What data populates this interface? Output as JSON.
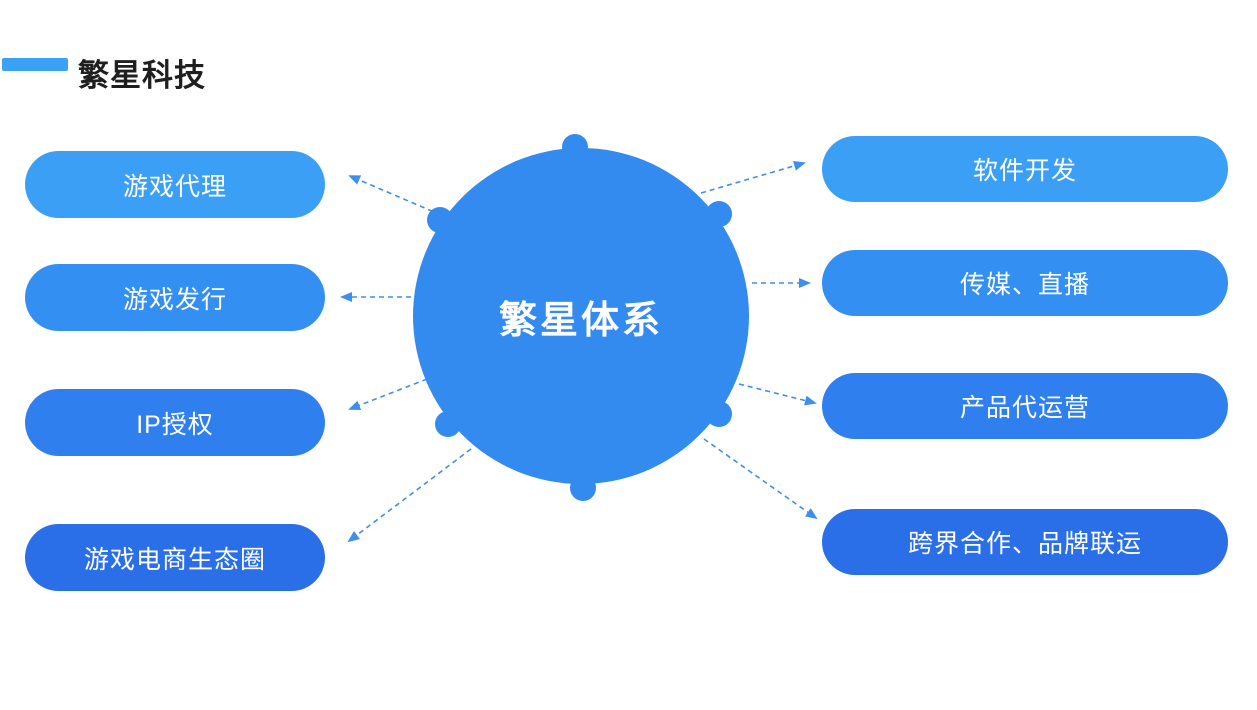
{
  "title": {
    "text": "繁星科技",
    "accent_color": "#3BA1F5"
  },
  "center": {
    "label": "繁星体系",
    "color": "#338BEF"
  },
  "left_items": [
    {
      "label": "游戏代理",
      "color": "#3BA0F5"
    },
    {
      "label": "游戏发行",
      "color": "#3390F2"
    },
    {
      "label": "IP授权",
      "color": "#2F80EE"
    },
    {
      "label": "游戏电商生态圈",
      "color": "#2B6FE8"
    }
  ],
  "right_items": [
    {
      "label": "软件开发",
      "color": "#3BA0F5"
    },
    {
      "label": "传媒、直播",
      "color": "#3390F2"
    },
    {
      "label": "产品代运营",
      "color": "#2F80EE"
    },
    {
      "label": "跨界合作、品牌联运",
      "color": "#2B6FE8"
    }
  ],
  "connector_color": "#3E8EF0"
}
